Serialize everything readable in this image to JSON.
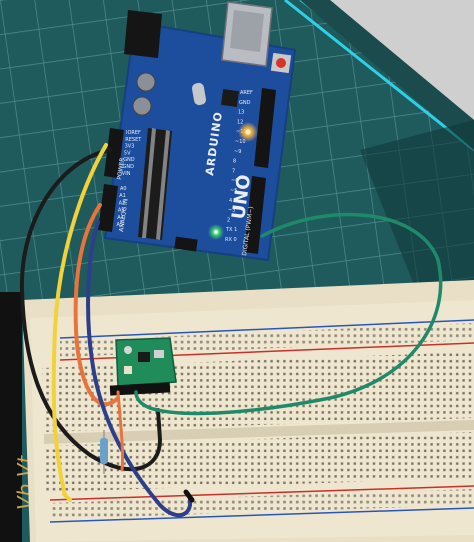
{
  "board": {
    "brand": "ARDUINO",
    "model": "UNO",
    "power_header_labels": [
      "IOREF",
      "RESET",
      "3V3",
      "5V",
      "GND",
      "GND",
      "VIN"
    ],
    "analog_header_labels": [
      "A0",
      "A1",
      "A2",
      "A3",
      "A4",
      "A5"
    ],
    "digital_header_labels": [
      "AREF",
      "GND",
      "13",
      "12",
      "~11",
      "~10",
      "~9",
      "8",
      "7",
      "~6",
      "~5",
      "4",
      "~3",
      "2",
      "TX 1",
      "RX 0"
    ],
    "section_power": "POWER",
    "section_analog": "ANALOG IN",
    "section_digital": "DIGITAL (PWM~)"
  },
  "mat_edge_text": "Vb Vt",
  "colors": {
    "mat": "#1f5a5c",
    "board": "#1d4e9e",
    "breadboard": "#efe6cf",
    "wire_yellow": "#f2d23a",
    "wire_orange": "#e8743b",
    "wire_black": "#1b1b1b",
    "wire_blue": "#2d3f8a",
    "wire_green": "#1f8a6a",
    "led": "#ffb43a"
  }
}
